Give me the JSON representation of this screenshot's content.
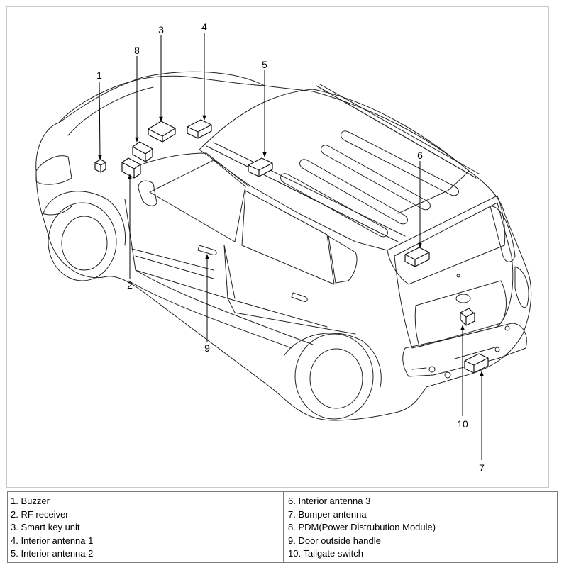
{
  "callouts": [
    "1",
    "2",
    "3",
    "4",
    "5",
    "6",
    "7",
    "8",
    "9",
    "10"
  ],
  "legend": {
    "left": [
      "1. Buzzer",
      "2. RF receiver",
      "3. Smart key unit",
      "4. Interior antenna 1",
      "5. Interior antenna 2"
    ],
    "right": [
      "6. Interior antenna 3",
      "7. Bumper antenna",
      "8. PDM(Power Distrubution Module)",
      "9. Door outside handle",
      "10. Tailgate switch"
    ]
  }
}
